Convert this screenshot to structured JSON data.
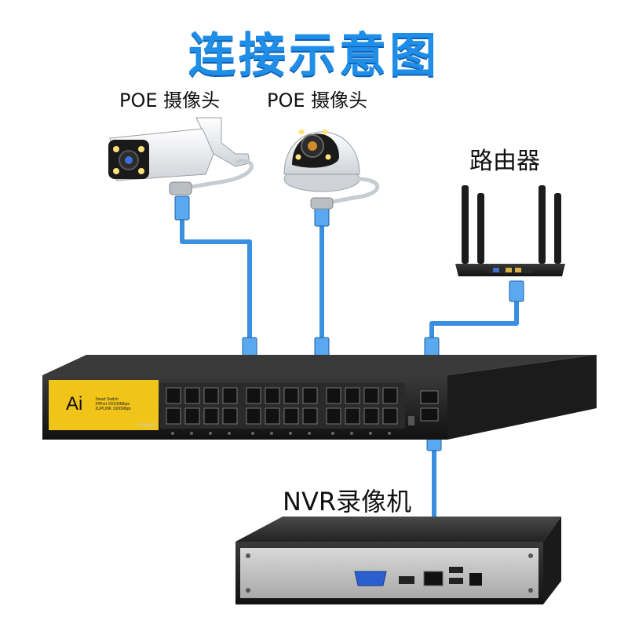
{
  "title": "连接示意图",
  "camera1": {
    "label": "POE 摄像头"
  },
  "camera2": {
    "label": "POE 摄像头"
  },
  "router": {
    "label": "路由器"
  },
  "nvr": {
    "label": "NVR录像机"
  },
  "switch": {
    "brand": "Ai",
    "info_line1": "Smart Switch",
    "info_line2": "24Port 10/100Mbps",
    "info_line3": "2UPLINK 1000Mbps",
    "power_label": "POWER"
  },
  "colors": {
    "title": "#1f8ee8",
    "cable": "#3a8fe0",
    "switch_panel": "#f0c419",
    "switch_body": "#232323"
  },
  "icons": [
    "bullet-camera-icon",
    "dome-camera-icon",
    "router-icon",
    "poe-switch-icon",
    "nvr-recorder-icon"
  ]
}
